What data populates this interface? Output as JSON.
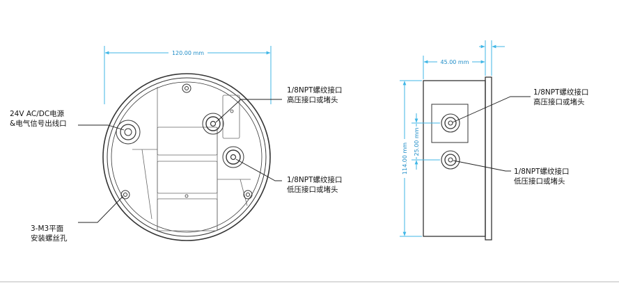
{
  "dimensions": {
    "width_front": "120.00 mm",
    "width_side": "45.00 mm",
    "height_side": "114.00 mm",
    "port_spacing": "25.00 mm"
  },
  "callouts": {
    "power_line1": "24V  AC/DC电源",
    "power_line2": "&电气信号出线口",
    "high_front_line1": "1/8NPT螺纹接口",
    "high_front_line2": "高压接口或堵头",
    "low_front_line1": "1/8NPT螺纹接口",
    "low_front_line2": "低压接口或堵头",
    "mount_line1": "3-M3平面",
    "mount_line2": "安装螺丝孔",
    "high_side_line1": "1/8NPT螺纹接口",
    "high_side_line2": "高压接口或堵头",
    "low_side_line1": "1/8NPT螺纹接口",
    "low_side_line2": "低压接口或堵头"
  }
}
